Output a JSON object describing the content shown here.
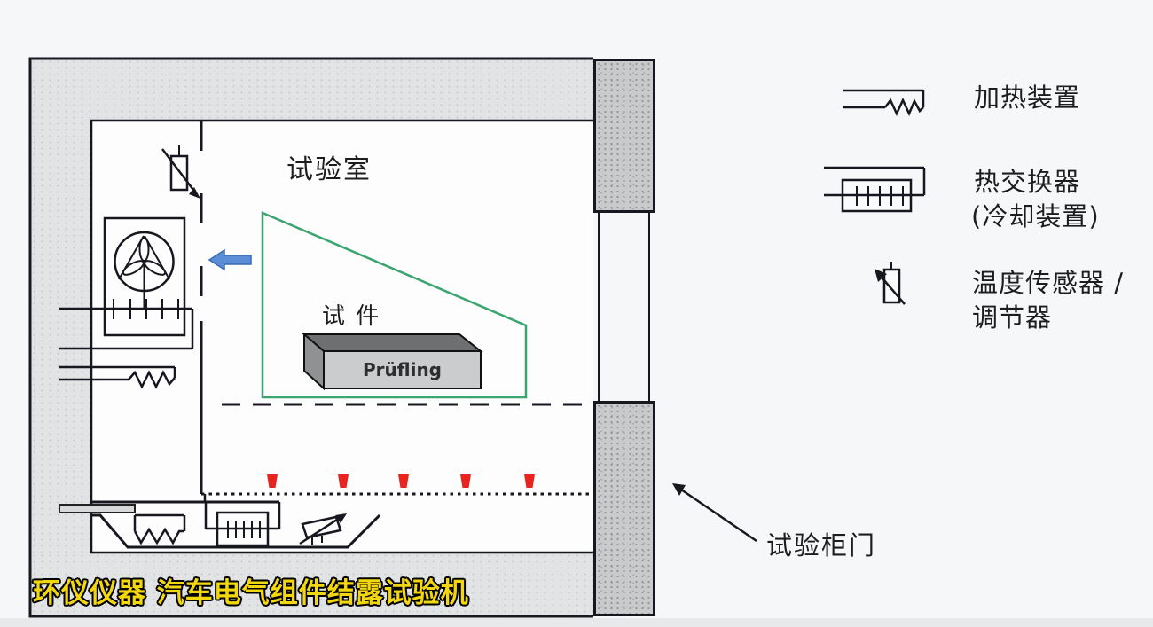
{
  "diagram": {
    "room_label": "试验室",
    "specimen_label": "试  件",
    "specimen_box_label": "Prüfling",
    "door_label": "试验柜门"
  },
  "legend": {
    "items": [
      {
        "icon": "heater-symbol",
        "lines": [
          "加热装置",
          ""
        ]
      },
      {
        "icon": "heat-exchanger-symbol",
        "lines": [
          "热交换器",
          "(冷却装置)"
        ]
      },
      {
        "icon": "temperature-sensor-symbol",
        "lines": [
          "温度传感器 /",
          "调节器"
        ]
      }
    ]
  },
  "banner": {
    "text": "环仪仪器 汽车电气组件结露试验机"
  },
  "colors": {
    "trapezoid_green": "#3aa56f",
    "arrow_blue": "#5b8ed6",
    "drop_red": "#e8241f",
    "banner_yellow": "#f2d60e",
    "line_dark": "#17171f"
  }
}
